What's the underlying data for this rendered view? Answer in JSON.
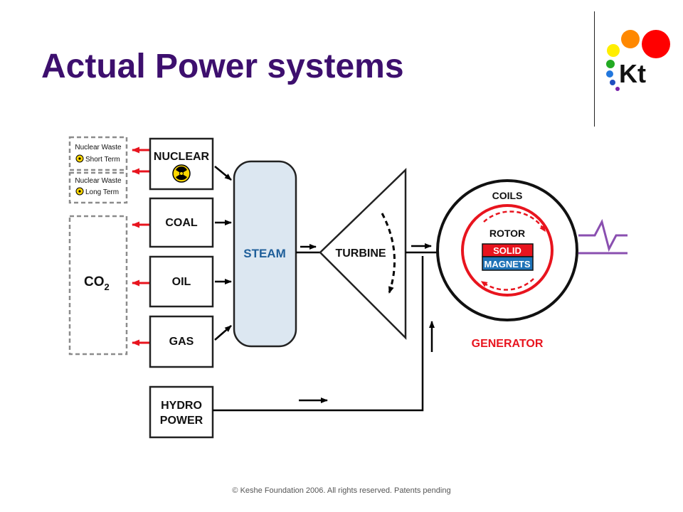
{
  "slide": {
    "title": "Actual Power systems",
    "footer": "© Keshe Foundation 2006. All rights reserved. Patents pending"
  },
  "logo": {
    "text": "Kt",
    "colors": [
      "#ff0000",
      "#ff8800",
      "#ffee00",
      "#22aa22",
      "#2277dd",
      "#7722aa"
    ]
  },
  "diagram": {
    "waste": [
      {
        "line1": "Nuclear Waste",
        "line2": "Short Term"
      },
      {
        "line1": "Nuclear Waste",
        "line2": "Long Term"
      }
    ],
    "co2": {
      "main": "CO",
      "sub": "2"
    },
    "sources": [
      "NUCLEAR",
      "COAL",
      "OIL",
      "GAS"
    ],
    "hydro": [
      "HYDRO",
      "POWER"
    ],
    "steam": "STEAM",
    "turbine": "TURBINE",
    "generator": {
      "coils": "COILS",
      "rotor": "ROTOR",
      "solid": "SOLID",
      "magnets": "MAGNETS",
      "label": "GENERATOR"
    },
    "colors": {
      "arrow_red": "#e8141e",
      "steam_fill": "#dce7f1",
      "solid_fill": "#e8141e",
      "magnets_fill": "#1f73b7",
      "generator_label": "#e8141e",
      "signal": "#8a4fb0",
      "box_dashed": "#8c8c8c"
    }
  }
}
